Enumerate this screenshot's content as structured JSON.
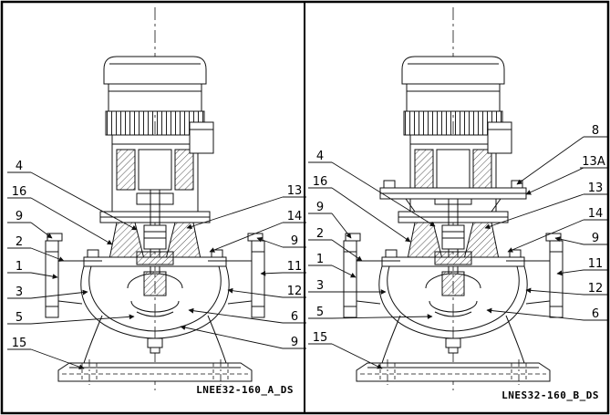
{
  "figure": {
    "colors": {
      "line": "#111111",
      "background": "#ffffff"
    },
    "panels": [
      {
        "model_label": "LNEE32-160_A_DS",
        "callouts_left": [
          "4",
          "16",
          "9",
          "2",
          "1",
          "3",
          "5",
          "15"
        ],
        "callouts_right": [
          "13",
          "14",
          "9",
          "11",
          "12",
          "6",
          "9"
        ]
      },
      {
        "model_label": "LNES32-160_B_DS",
        "callouts_left": [
          "4",
          "16",
          "9",
          "2",
          "1",
          "3",
          "5",
          "15"
        ],
        "callouts_right": [
          "8",
          "13A",
          "13",
          "14",
          "9",
          "11",
          "12",
          "6"
        ]
      }
    ]
  }
}
